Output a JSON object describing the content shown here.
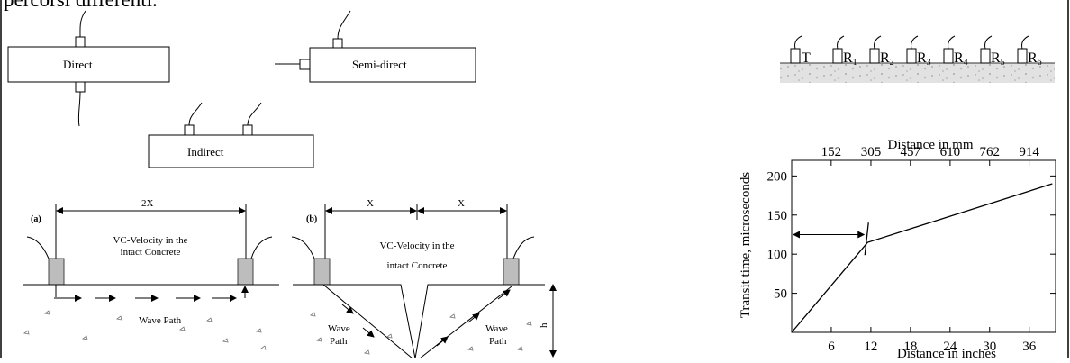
{
  "header": {
    "text": "percorsi differenti."
  },
  "configurations": {
    "direct": "Direct",
    "semi_direct": "Semi-direct",
    "indirect": "Indirect"
  },
  "panel_a": {
    "tag": "(a)",
    "span": "2X",
    "velocity_line1": "VC-Velocity in the",
    "velocity_line2": "intact Concrete",
    "wave_path": "Wave Path"
  },
  "panel_b": {
    "tag": "(b)",
    "span_left": "X",
    "span_right": "X",
    "velocity_line1": "VC-Velocity in the",
    "velocity_line2": "intact Concrete",
    "wave_left_line1": "Wave",
    "wave_left_line2": "Path",
    "wave_right_line1": "Wave",
    "wave_right_line2": "Path",
    "depth": "h"
  },
  "transducers": {
    "transmitter": "T",
    "receivers": [
      "R",
      "R",
      "R",
      "R",
      "R",
      "R"
    ],
    "subscripts": [
      "1",
      "2",
      "3",
      "4",
      "5",
      "6"
    ]
  },
  "chart_data": {
    "type": "line",
    "title": "",
    "xlabel": "Distance in inches",
    "ylabel": "Transit time, microseconds",
    "top_axis_label": "Distance in mm",
    "xlim": [
      0,
      40
    ],
    "ylim": [
      0,
      220
    ],
    "x_ticks": [
      6,
      12,
      18,
      24,
      30,
      36
    ],
    "x_tick_labels": [
      "6",
      "12",
      "18",
      "24",
      "30",
      "36"
    ],
    "top_ticks_mm": [
      152,
      305,
      457,
      610,
      762,
      914
    ],
    "top_tick_labels": [
      "152",
      "305",
      "457",
      "610",
      "762",
      "914"
    ],
    "y_ticks": [
      50,
      100,
      150,
      200
    ],
    "y_tick_labels": [
      "50",
      "100",
      "150",
      "200"
    ],
    "series": [
      {
        "x": [
          0,
          11.5,
          39.5
        ],
        "y": [
          0,
          115,
          190
        ]
      }
    ],
    "annotation": {
      "arrow_from_x": 0,
      "arrow_to_x": 11.5,
      "arrow_y": 125
    }
  }
}
